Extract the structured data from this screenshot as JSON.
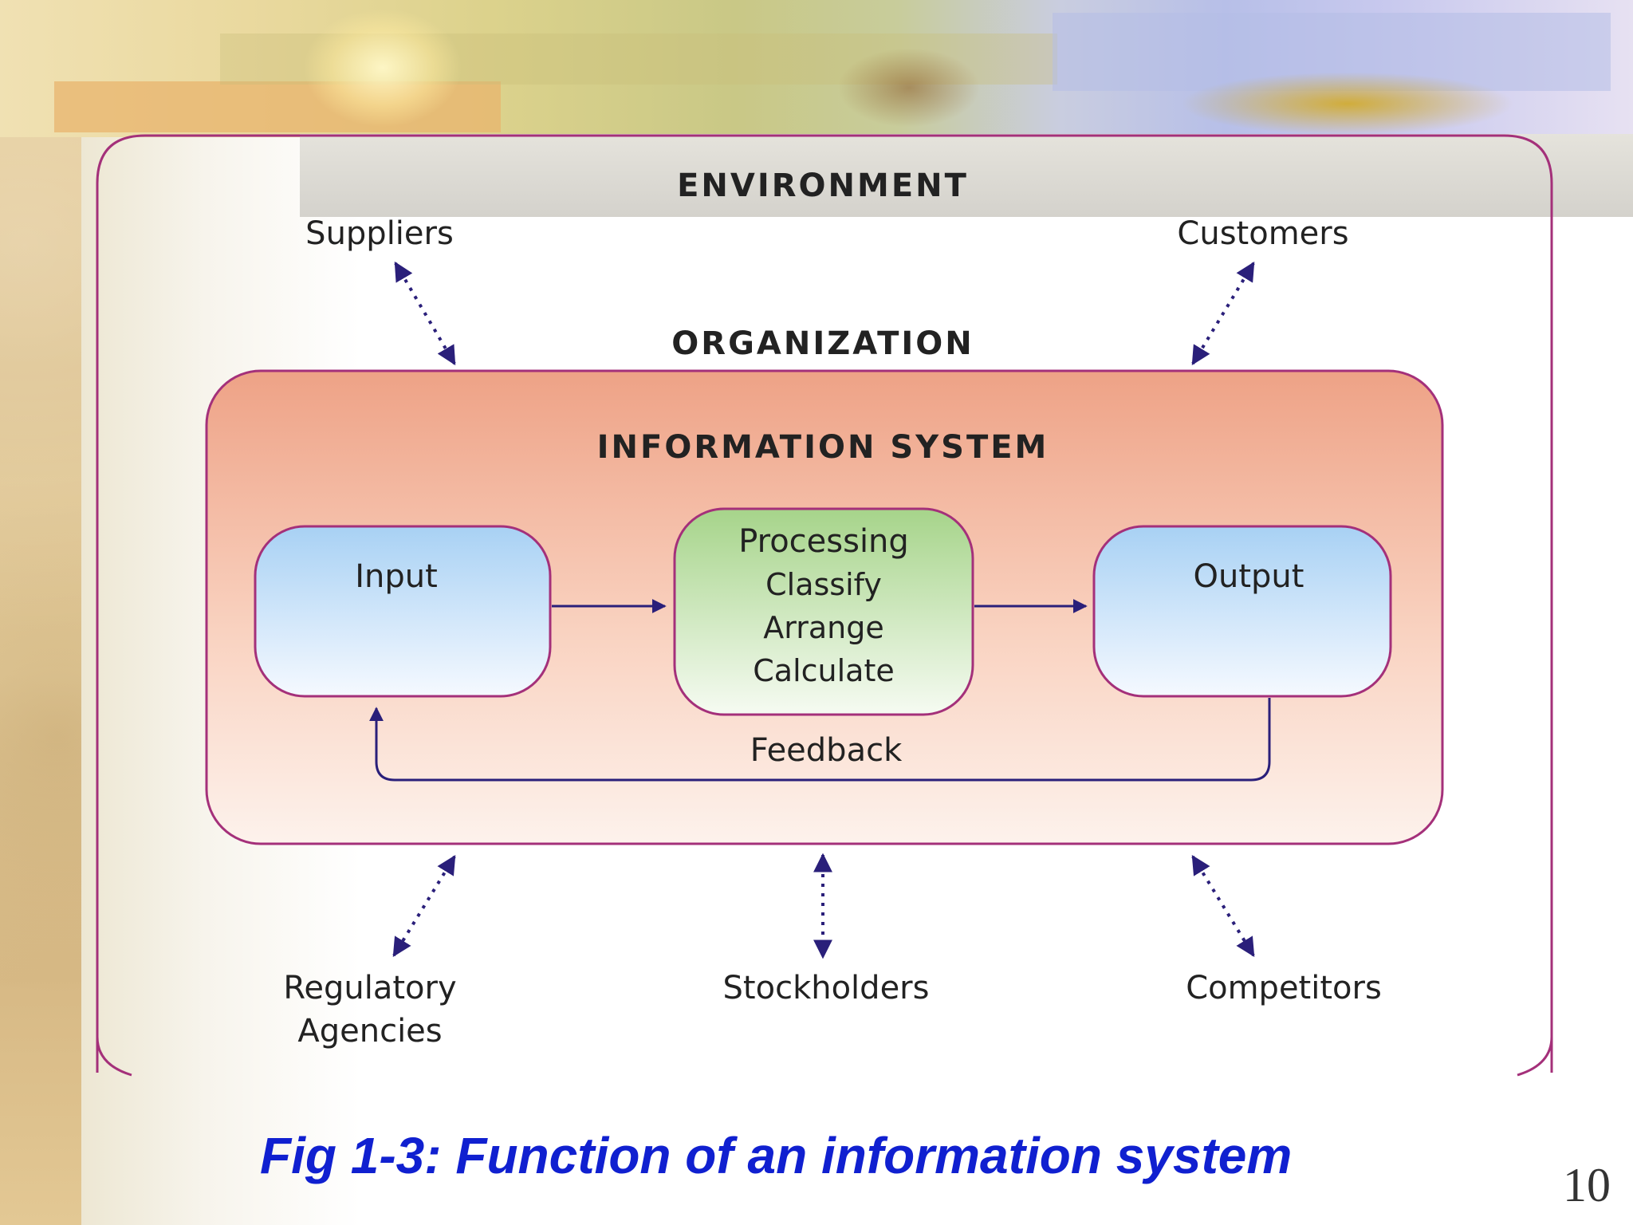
{
  "diagram": {
    "environment_label": "ENVIRONMENT",
    "organization_label": "ORGANIZATION",
    "information_system_label": "INFORMATION SYSTEM",
    "external_entities": {
      "suppliers": "Suppliers",
      "customers": "Customers",
      "regulatory_line1": "Regulatory",
      "regulatory_line2": "Agencies",
      "stockholders": "Stockholders",
      "competitors": "Competitors"
    },
    "process_boxes": {
      "input": "Input",
      "processing_title": "Processing",
      "processing_steps": [
        "Classify",
        "Arrange",
        "Calculate"
      ],
      "output": "Output"
    },
    "feedback_label": "Feedback"
  },
  "caption": "Fig 1-3:  Function of an information system",
  "page_number": "10",
  "colors": {
    "outline": "#a4307a",
    "arrow": "#2a1f7a",
    "caption": "#1020d0",
    "org_box_top": "#f0a88a",
    "org_box_bottom": "#fdf0ea",
    "io_box_top": "#a9d2f5",
    "io_box_bottom": "#f4f8ff",
    "processing_top": "#a9d68e",
    "processing_bottom": "#f4fbf0"
  }
}
